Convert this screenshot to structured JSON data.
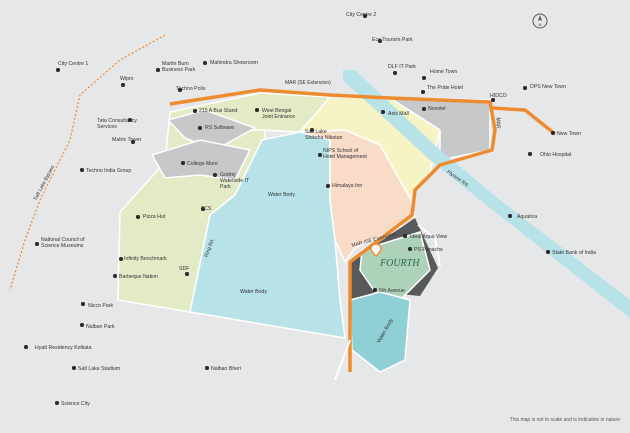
{
  "map": {
    "project_name": "FOURTH",
    "disclaimer": "This map is not to scale and is indicative in nature",
    "compass_letter": "N",
    "roads": {
      "mar_se_top": "MAR (SE Extension)",
      "mar_se_mid": "MAR (SE Extension)",
      "mar_right": "MAR",
      "salt_lake_bypass": "Salt Lake Bypass",
      "ring_rd": "Ring Rd.",
      "flyover": "Flyover Rd."
    },
    "zones": {
      "water_body_1": "Water Body",
      "water_body_2": "Water Body",
      "water_body_3": "Water Body"
    },
    "landmarks": [
      {
        "name": "City Centre 2"
      },
      {
        "name": "Eco Tourism Park"
      },
      {
        "name": "City Centre 1"
      },
      {
        "name": "Martin Burn Business Park"
      },
      {
        "name": "Mahindra Showroom"
      },
      {
        "name": "DLF IT Park"
      },
      {
        "name": "Home Town"
      },
      {
        "name": "Wipro"
      },
      {
        "name": "Techno Polis"
      },
      {
        "name": "The Pride Hotel"
      },
      {
        "name": "HIDCO"
      },
      {
        "name": "DPS New Town"
      },
      {
        "name": "Tata Consultancy Services"
      },
      {
        "name": "215 A Bus Stand"
      },
      {
        "name": "West Bengal Joint Entrance"
      },
      {
        "name": "Axis Mall"
      },
      {
        "name": "Novotel"
      },
      {
        "name": "New Town"
      },
      {
        "name": "RS Software"
      },
      {
        "name": "Salt Lake Shiksha Niketan"
      },
      {
        "name": "Matrix Tower"
      },
      {
        "name": "Ohio Hospital"
      },
      {
        "name": "NIPS School of Hotel Management"
      },
      {
        "name": "College More"
      },
      {
        "name": "Techno India Group"
      },
      {
        "name": "Godrej Waterside IT Park"
      },
      {
        "name": "Himalaya Inn"
      },
      {
        "name": "Pizza Hut"
      },
      {
        "name": "TCS"
      },
      {
        "name": "Aquatica"
      },
      {
        "name": "Infinity Benchmark"
      },
      {
        "name": "National Council of Science Museums"
      },
      {
        "name": "Ideal Aqua View"
      },
      {
        "name": "PS Panache"
      },
      {
        "name": "State Bank of India"
      },
      {
        "name": "Barbeque Nation"
      },
      {
        "name": "SDF"
      },
      {
        "name": "5th Avenue"
      },
      {
        "name": "Nicco Park"
      },
      {
        "name": "Nalban Park"
      },
      {
        "name": "Hyatt Residency Kolkata"
      },
      {
        "name": "Nalban Bheri"
      },
      {
        "name": "Salt Lake Stadium"
      },
      {
        "name": "Science City"
      }
    ]
  }
}
